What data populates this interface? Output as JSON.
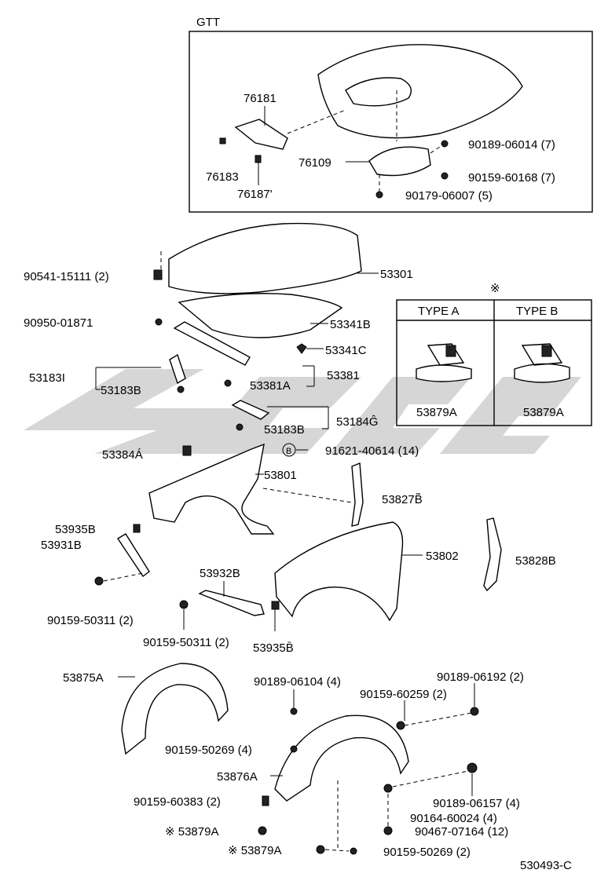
{
  "diagram": {
    "inset_gtt": {
      "title": "GTT",
      "labels": [
        "76181",
        "76183",
        "76187'",
        "76109",
        "90189-06014 (7)",
        "90159-60168 (7)",
        "90179-06007 (5)"
      ]
    },
    "type_box": {
      "mark": "※",
      "type_a": "TYPE  A",
      "type_b": "TYPE  B",
      "part_a": "53879A",
      "part_b": "53879A"
    },
    "main_labels": {
      "p90541": "90541-15111 (2)",
      "p53301": "53301",
      "p90950": "90950-01871",
      "p53341B": "53341B",
      "p53341C": "53341C",
      "p53183I": "53183I",
      "p53183B_1": "53183B",
      "p53381": "53381",
      "p53381A": "53381A",
      "p53184G": "53184Ĝ",
      "p53183B_2": "53183B",
      "p53384A": "53384Á",
      "p91621_circle": "B",
      "p91621": "91621-40614 (14)",
      "p53801": "53801",
      "p53827B": "53827B̃",
      "p53935B_1": "53935B",
      "p53931B": "53931B",
      "p53802": "53802",
      "p53828B": "53828B",
      "p53932B": "53932B",
      "p90159_50311_1": "90159-50311 (2)",
      "p90159_50311_2": "90159-50311 (2)",
      "p53935B_2": "53935B̄",
      "p53875A": "53875A",
      "p90189_06104": "90189-06104 (4)",
      "p90189_06192": "90189-06192 (2)",
      "p90159_60259": "90159-60259 (2)",
      "p90159_50269_1": "90159-50269 (4)",
      "p53876A": "53876A",
      "p90189_06157": "90189-06157 (4)",
      "p90159_60383": "90159-60383 (2)",
      "p90164_60024": "90164-60024 (4)",
      "p53879A_1": "※ 53879A",
      "p90467_07164": "90467-07164 (12)",
      "p53879A_2": "※ 53879A",
      "p90159_50269_2": "90159-50269 (2)"
    },
    "figure_code": "530493-C"
  }
}
